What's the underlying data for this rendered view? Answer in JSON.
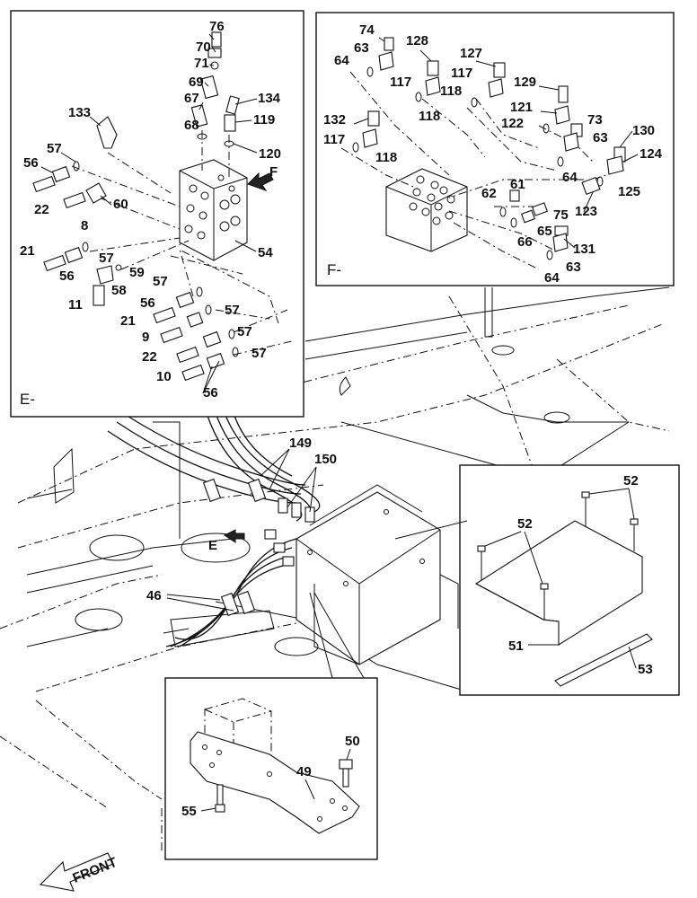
{
  "insets": {
    "e": {
      "title": "E-"
    },
    "f": {
      "title": "F-"
    },
    "main_view_marker": "E",
    "e_view_marker": "F"
  },
  "front_label": "FRONT",
  "callouts": {
    "e": [
      "76",
      "70",
      "71",
      "69",
      "67",
      "68",
      "134",
      "119",
      "120",
      "133",
      "57",
      "56",
      "22",
      "60",
      "8",
      "21",
      "57",
      "56",
      "58",
      "59",
      "11",
      "57",
      "56",
      "21",
      "57",
      "9",
      "22",
      "57",
      "10",
      "56",
      "57",
      "54"
    ],
    "f": [
      "74",
      "63",
      "64",
      "128",
      "127",
      "117",
      "117",
      "118",
      "118",
      "129",
      "121",
      "132",
      "117",
      "122",
      "118",
      "73",
      "63",
      "130",
      "124",
      "64",
      "61",
      "62",
      "75",
      "65",
      "66",
      "125",
      "123",
      "131",
      "63",
      "64"
    ],
    "main": [
      "149",
      "150",
      "46"
    ],
    "cover": [
      "52",
      "52",
      "51",
      "53"
    ],
    "bracket": [
      "50",
      "49",
      "55"
    ]
  },
  "colors": {
    "ink": "#111111",
    "paper": "#ffffff"
  }
}
